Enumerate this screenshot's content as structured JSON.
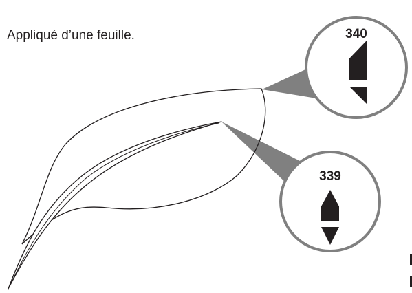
{
  "caption": "Appliqué d’une feuille.",
  "callouts": [
    {
      "number": "340",
      "icon": "stitch-edge-end-icon"
    },
    {
      "number": "339",
      "icon": "stitch-point-icon"
    }
  ],
  "colors": {
    "line": "#231f20",
    "pointer": "#808080",
    "callout_border": "#808080"
  }
}
